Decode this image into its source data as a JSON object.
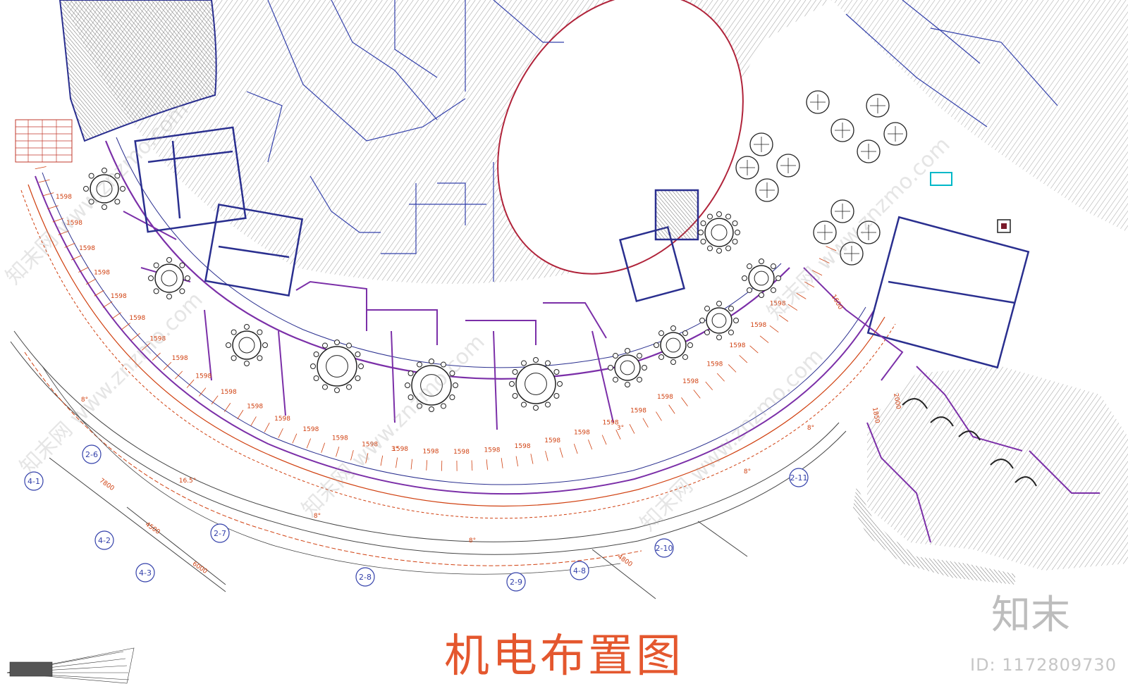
{
  "drawing": {
    "title": "机电布置图",
    "brand": "知末",
    "image_id": "ID: 1172809730",
    "watermark": "知末网 www.znzmo.com"
  },
  "axis_labels": [
    "4-1",
    "2-6",
    "4-2",
    "2-7",
    "4-3",
    "2-8",
    "2-9",
    "4-8",
    "2-10",
    "2-11"
  ],
  "dimension_labels": {
    "module": "1598",
    "outer_arc_a": "7800",
    "outer_arc_b": "4500",
    "outer_arc_c": "6000",
    "outer_arc_d": "4800",
    "angle": "8°",
    "angle_b": "3°",
    "angle_c": "16.5°",
    "side_a": "1600",
    "side_b": "1850",
    "side_c": "2000"
  },
  "colors": {
    "title": "#e4572e",
    "wall_outline": "#2a2f8f",
    "partition": "#7b2fa8",
    "dimension": "#d04010",
    "hatch": "#8a8a8a",
    "equipment": "#00b8c8",
    "brand": "#bdbdbd"
  }
}
